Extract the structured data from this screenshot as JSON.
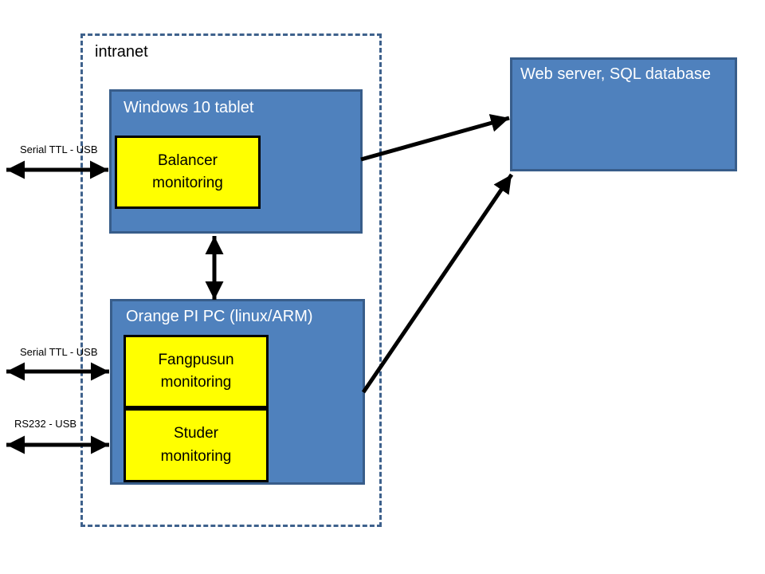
{
  "intranet": {
    "label": "intranet"
  },
  "nodes": {
    "tablet": {
      "title": "Windows 10 tablet",
      "module": "Balancer\nmonitoring"
    },
    "orangepi": {
      "title": "Orange PI PC (linux/ARM)",
      "modules": [
        "Fangpusun\nmonitoring",
        "Studer\nmonitoring"
      ]
    },
    "server": {
      "title": "Web server, SQL database"
    }
  },
  "links": {
    "serial_ttl_tablet": {
      "label": "Serial TTL - USB",
      "type": "bidirectional"
    },
    "serial_ttl_orangepi": {
      "label": "Serial TTL - USB",
      "type": "bidirectional"
    },
    "rs232_orangepi": {
      "label": "RS232 - USB",
      "type": "bidirectional"
    },
    "tablet_orangepi": {
      "label": "",
      "type": "bidirectional"
    },
    "tablet_to_server": {
      "label": "",
      "type": "directional"
    },
    "orangepi_to_server": {
      "label": "",
      "type": "directional"
    }
  },
  "colors": {
    "node_fill": "#4f81bd",
    "node_border": "#385d8a",
    "module_fill": "#ffff00",
    "module_border": "#000000",
    "intranet_dash_border": "#3e618c",
    "arrow": "#000000",
    "title_text": "#ffffff",
    "label_text": "#000000",
    "background": "#ffffff"
  }
}
